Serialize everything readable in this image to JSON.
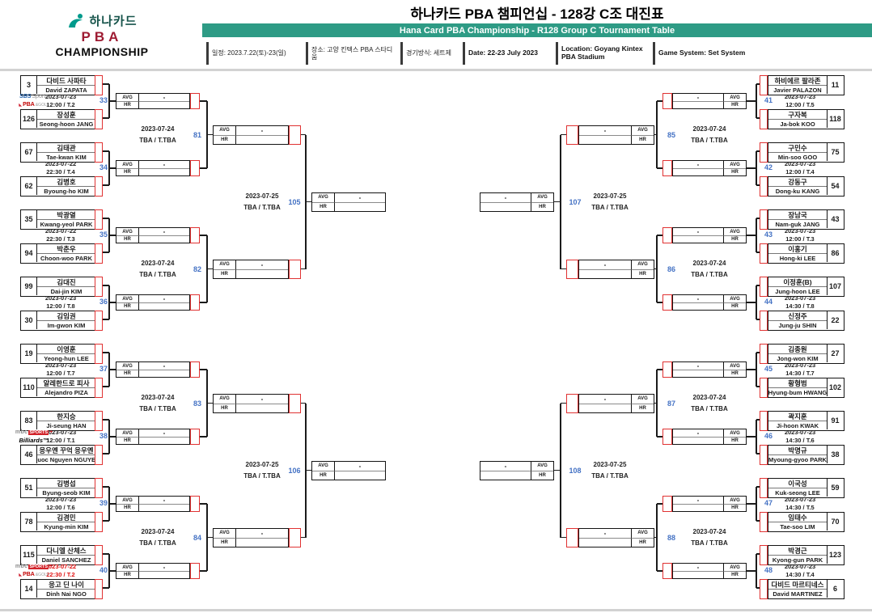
{
  "header": {
    "logo": {
      "brand_kr": "하나카드",
      "brand_pba": "PBA",
      "brand_champ": "CHAMPIONSHIP"
    },
    "title_kr": "하나카드 PBA 챔피언십 - 128강 C조 대진표",
    "title_en": "Hana Card PBA Championship - R128 Group C Tournament Table",
    "info": [
      {
        "text": "일정: 2023.7.22(토)-23(일)"
      },
      {
        "text": "장소: 고양 킨텍스 PBA 스타디움"
      },
      {
        "text": "경기방식: 세트제"
      },
      {
        "text": "Date: 22-23 July 2023"
      },
      {
        "text": "Location: Goyang Kintex PBA Stadium"
      },
      {
        "text": "Game System: Set System"
      }
    ]
  },
  "colors": {
    "accent_green": "#2E9B85",
    "match_number_blue": "#4472C4",
    "brand_red": "#9E1B32",
    "alert_red": "#E01010",
    "score_cell_red": "#E03232"
  },
  "labels": {
    "avg": "AVG",
    "hr": "HR",
    "pending": "-"
  },
  "broadcast_logos": {
    "sbs_sports": [
      {
        "t": "SBS",
        "c": "sbs"
      },
      {
        "t": "Sports",
        "c": "sbsg"
      }
    ],
    "pba_golf": [
      {
        "t": "◣",
        "c": "pbam"
      },
      {
        "t": "PBA",
        "c": "pbar"
      },
      {
        "t": "&GOLF",
        "c": "golfg"
      }
    ],
    "mbc_sports": [
      {
        "t": "mbc",
        "c": "mbcg"
      },
      {
        "t": "SPORTS",
        "c": "mbcr"
      },
      {
        "t": "+",
        "c": "mbcp"
      }
    ],
    "billiards": [
      {
        "t": "Billiards™",
        "c": "bili"
      }
    ]
  },
  "bracket": {
    "left": {
      "r1": [
        {
          "num": "33",
          "date": "2023-07-23",
          "time": "12:00 / T.2",
          "logos": [
            "sbs_sports",
            "pba_golf"
          ],
          "p1": {
            "seed": "3",
            "kr": "다비드 사파타",
            "en": "David ZAPATA"
          },
          "p2": {
            "seed": "126",
            "kr": "장성훈",
            "en": "Seong-hoon JANG"
          }
        },
        {
          "num": "34",
          "date": "2023-07-22",
          "time": "22:30 / T.4",
          "p1": {
            "seed": "67",
            "kr": "김태관",
            "en": "Tae-kwan KIM"
          },
          "p2": {
            "seed": "62",
            "kr": "김병호",
            "en": "Byoung-ho KIM"
          }
        },
        {
          "num": "35",
          "date": "2023-07-22",
          "time": "22:30 / T.3",
          "p1": {
            "seed": "35",
            "kr": "박광열",
            "en": "Kwang-yeol PARK"
          },
          "p2": {
            "seed": "94",
            "kr": "박춘우",
            "en": "Choon-woo PARK"
          }
        },
        {
          "num": "36",
          "date": "2023-07-23",
          "time": "12:00 / T.8",
          "p1": {
            "seed": "99",
            "kr": "김대진",
            "en": "Dai-jin KIM"
          },
          "p2": {
            "seed": "30",
            "kr": "김임권",
            "en": "Im-gwon KIM"
          }
        },
        {
          "num": "37",
          "date": "2023-07-23",
          "time": "12:00 / T.7",
          "p1": {
            "seed": "19",
            "kr": "이영훈",
            "en": "Yeong-hun LEE"
          },
          "p2": {
            "seed": "110",
            "kr": "알레한드로 피사",
            "en": "Alejandro PIZA"
          }
        },
        {
          "num": "38",
          "date": "2023-07-23",
          "time": "12:00 / T.1",
          "logos": [
            "mbc_sports",
            "billiards"
          ],
          "p1": {
            "seed": "83",
            "kr": "한지승",
            "en": "Ji-seung HAN"
          },
          "p2": {
            "seed": "46",
            "kr": "응우옌 꾸억 응우옌",
            "en": "Quoc Nguyen NGUYEN"
          }
        },
        {
          "num": "39",
          "date": "2023-07-23",
          "time": "12:00 / T.6",
          "p1": {
            "seed": "51",
            "kr": "김병섭",
            "en": "Byung-seob KIM"
          },
          "p2": {
            "seed": "78",
            "kr": "김경민",
            "en": "Kyung-min KIM"
          }
        },
        {
          "num": "40",
          "date": "2023-07-22",
          "time": "22:30 / T.2",
          "red_date": true,
          "logos": [
            "mbc_sports",
            "pba_golf"
          ],
          "p1": {
            "seed": "115",
            "kr": "다니엘 산체스",
            "en": "Daniel SANCHEZ"
          },
          "p2": {
            "seed": "14",
            "kr": "응고 딘 나이",
            "en": "Dinh Nai NGO"
          }
        }
      ],
      "r2": [
        {
          "num": "81",
          "date": "2023-07-24",
          "time": "TBA / T.TBA"
        },
        {
          "num": "82",
          "date": "2023-07-24",
          "time": "TBA / T.TBA"
        },
        {
          "num": "83",
          "date": "2023-07-24",
          "time": "TBA / T.TBA"
        },
        {
          "num": "84",
          "date": "2023-07-24",
          "time": "TBA / T.TBA"
        }
      ],
      "r3": [
        {
          "num": "105",
          "date": "2023-07-25",
          "time": "TBA / T.TBA"
        },
        {
          "num": "106",
          "date": "2023-07-25",
          "time": "TBA / T.TBA"
        }
      ]
    },
    "right": {
      "r1": [
        {
          "num": "41",
          "date": "2023-07-23",
          "time": "12:00 / T.5",
          "p1": {
            "seed": "11",
            "kr": "하비에르 팔라존",
            "en": "Javier PALAZON"
          },
          "p2": {
            "seed": "118",
            "kr": "구자복",
            "en": "Ja-bok KOO"
          }
        },
        {
          "num": "42",
          "date": "2023-07-23",
          "time": "12:00 / T.4",
          "p1": {
            "seed": "75",
            "kr": "구민수",
            "en": "Min-soo GOO"
          },
          "p2": {
            "seed": "54",
            "kr": "강동구",
            "en": "Dong-ku KANG"
          }
        },
        {
          "num": "43",
          "date": "2023-07-23",
          "time": "12:00 / T.3",
          "p1": {
            "seed": "43",
            "kr": "장남국",
            "en": "Nam-guk JANG"
          },
          "p2": {
            "seed": "86",
            "kr": "이홍기",
            "en": "Hong-ki LEE"
          }
        },
        {
          "num": "44",
          "date": "2023-07-23",
          "time": "14:30 / T.8",
          "p1": {
            "seed": "107",
            "kr": "이정훈(B)",
            "en": "Jung-hoon LEE"
          },
          "p2": {
            "seed": "22",
            "kr": "신정주",
            "en": "Jung-ju SHIN"
          }
        },
        {
          "num": "45",
          "date": "2023-07-23",
          "time": "14:30 / T.7",
          "p1": {
            "seed": "27",
            "kr": "김종원",
            "en": "Jong-won KIM"
          },
          "p2": {
            "seed": "102",
            "kr": "황형범",
            "en": "Hyung-bum HWANG"
          }
        },
        {
          "num": "46",
          "date": "2023-07-23",
          "time": "14:30 / T.6",
          "p1": {
            "seed": "91",
            "kr": "곽지훈",
            "en": "Ji-hoon KWAK"
          },
          "p2": {
            "seed": "38",
            "kr": "박명규",
            "en": "Myoung-gyoo PARK"
          }
        },
        {
          "num": "47",
          "date": "2023-07-23",
          "time": "14:30 / T.5",
          "p1": {
            "seed": "59",
            "kr": "이국성",
            "en": "Kuk-seong LEE"
          },
          "p2": {
            "seed": "70",
            "kr": "임태수",
            "en": "Tae-soo LIM"
          }
        },
        {
          "num": "48",
          "date": "2023-07-23",
          "time": "14:30 / T.4",
          "p1": {
            "seed": "123",
            "kr": "박경근",
            "en": "Kyong-gun PARK"
          },
          "p2": {
            "seed": "6",
            "kr": "다비드 마르티네스",
            "en": "David MARTINEZ"
          }
        }
      ],
      "r2": [
        {
          "num": "85",
          "date": "2023-07-24",
          "time": "TBA / T.TBA"
        },
        {
          "num": "86",
          "date": "2023-07-24",
          "time": "TBA / T.TBA"
        },
        {
          "num": "87",
          "date": "2023-07-24",
          "time": "TBA / T.TBA"
        },
        {
          "num": "88",
          "date": "2023-07-24",
          "time": "TBA / T.TBA"
        }
      ],
      "r3": [
        {
          "num": "107",
          "date": "2023-07-25",
          "time": "TBA / T.TBA"
        },
        {
          "num": "108",
          "date": "2023-07-25",
          "time": "TBA / T.TBA"
        }
      ]
    }
  }
}
